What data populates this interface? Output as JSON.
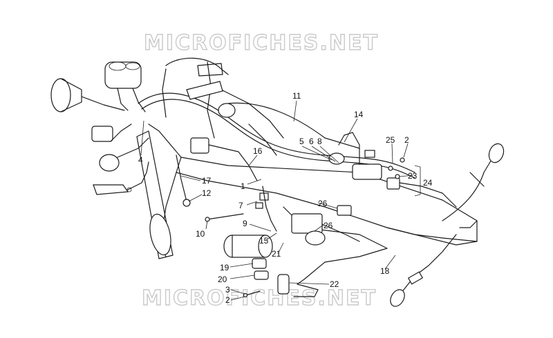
{
  "watermark": {
    "top": "MICROFICHES.NET",
    "bottom": "MICROFICHES.NET"
  },
  "callouts": [
    "11",
    "14",
    "25",
    "2",
    "5",
    "6",
    "8",
    "23",
    "24",
    "16",
    "4",
    "17",
    "12",
    "1",
    "7",
    "26",
    "10",
    "9",
    "26",
    "15",
    "21",
    "18",
    "19",
    "20",
    "22",
    "3",
    "2"
  ],
  "colors": {
    "ink": "#1a1a1a",
    "watermark_outline": "#c9c9c9",
    "background": "#ffffff"
  }
}
